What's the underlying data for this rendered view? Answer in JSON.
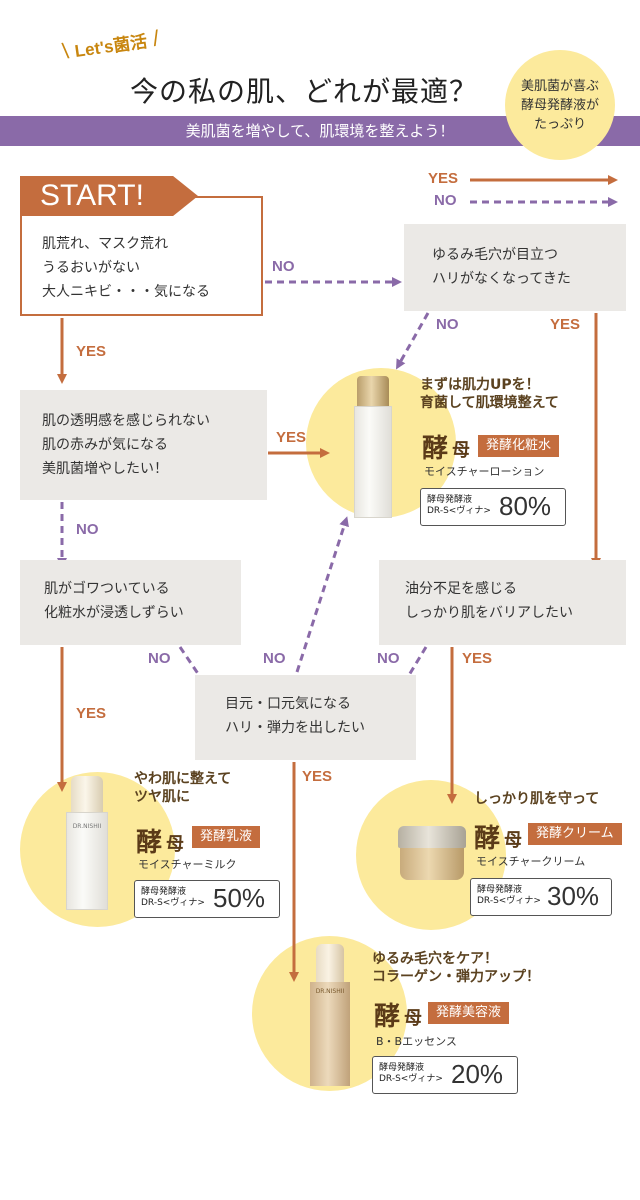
{
  "header": {
    "tagline": "Let's菌活",
    "title": "今の私の肌、どれが最適？",
    "subtitle": "美肌菌を増やして、肌環境を整えよう！",
    "badge": [
      "美肌菌が喜ぶ",
      "酵母発酵液が",
      "たっぷり"
    ]
  },
  "legend": {
    "yes": "YES",
    "no": "NO"
  },
  "colors": {
    "yes": "#c46d3e",
    "no": "#8a6aa8",
    "band": "#8a6aa8",
    "circle": "#fcea9c",
    "box": "#ebe9e6"
  },
  "flow": {
    "start_label": "START!",
    "q1": [
      "肌荒れ、マスク荒れ",
      "うるおいがない",
      "大人ニキビ・・・気になる"
    ],
    "q2": [
      "肌の透明感を感じられない",
      "肌の赤みが気になる",
      "美肌菌増やしたい！"
    ],
    "q3": [
      "ゆるみ毛穴が目立つ",
      "ハリがなくなってきた"
    ],
    "q4": [
      "肌がゴワついている",
      "化粧水が浸透しずらい"
    ],
    "q5": [
      "油分不足を感じる",
      "しっかり肌をバリアしたい"
    ],
    "q6": [
      "目元・口元気になる",
      "ハリ・弾力を出したい"
    ],
    "labels": {
      "yes": "YES",
      "no": "NO"
    }
  },
  "products": {
    "lotion": {
      "head": [
        "まずは肌力UPを！",
        "育菌して肌環境整えて"
      ],
      "kanji1": "酵",
      "kanji2": "母",
      "tag": "発酵化粧水",
      "name": "モイスチャーローション",
      "pct_label": [
        "酵母発酵液",
        "DR-S<ヴィナ>"
      ],
      "pct": "80%"
    },
    "milk": {
      "head": [
        "やわ肌に整えて",
        "ツヤ肌に"
      ],
      "kanji1": "酵",
      "kanji2": "母",
      "tag": "発酵乳液",
      "name": "モイスチャーミルク",
      "bottle_brand": "DR.NISHII",
      "pct_label": [
        "酵母発酵液",
        "DR-S<ヴィナ>"
      ],
      "pct": "50%"
    },
    "cream": {
      "head": [
        "しっかり肌を守って"
      ],
      "kanji1": "酵",
      "kanji2": "母",
      "tag": "発酵クリーム",
      "name": "モイスチャークリーム",
      "pct_label": [
        "酵母発酵液",
        "DR-S<ヴィナ>"
      ],
      "pct": "30%"
    },
    "essence": {
      "head": [
        "ゆるみ毛穴をケア！",
        "コラーゲン・弾力アップ！"
      ],
      "kanji1": "酵",
      "kanji2": "母",
      "tag": "発酵美容液",
      "name": "B・Bエッセンス",
      "bottle_brand": "DR.NISHII",
      "pct_label": [
        "酵母発酵液",
        "DR-S<ヴィナ>"
      ],
      "pct": "20%"
    }
  }
}
